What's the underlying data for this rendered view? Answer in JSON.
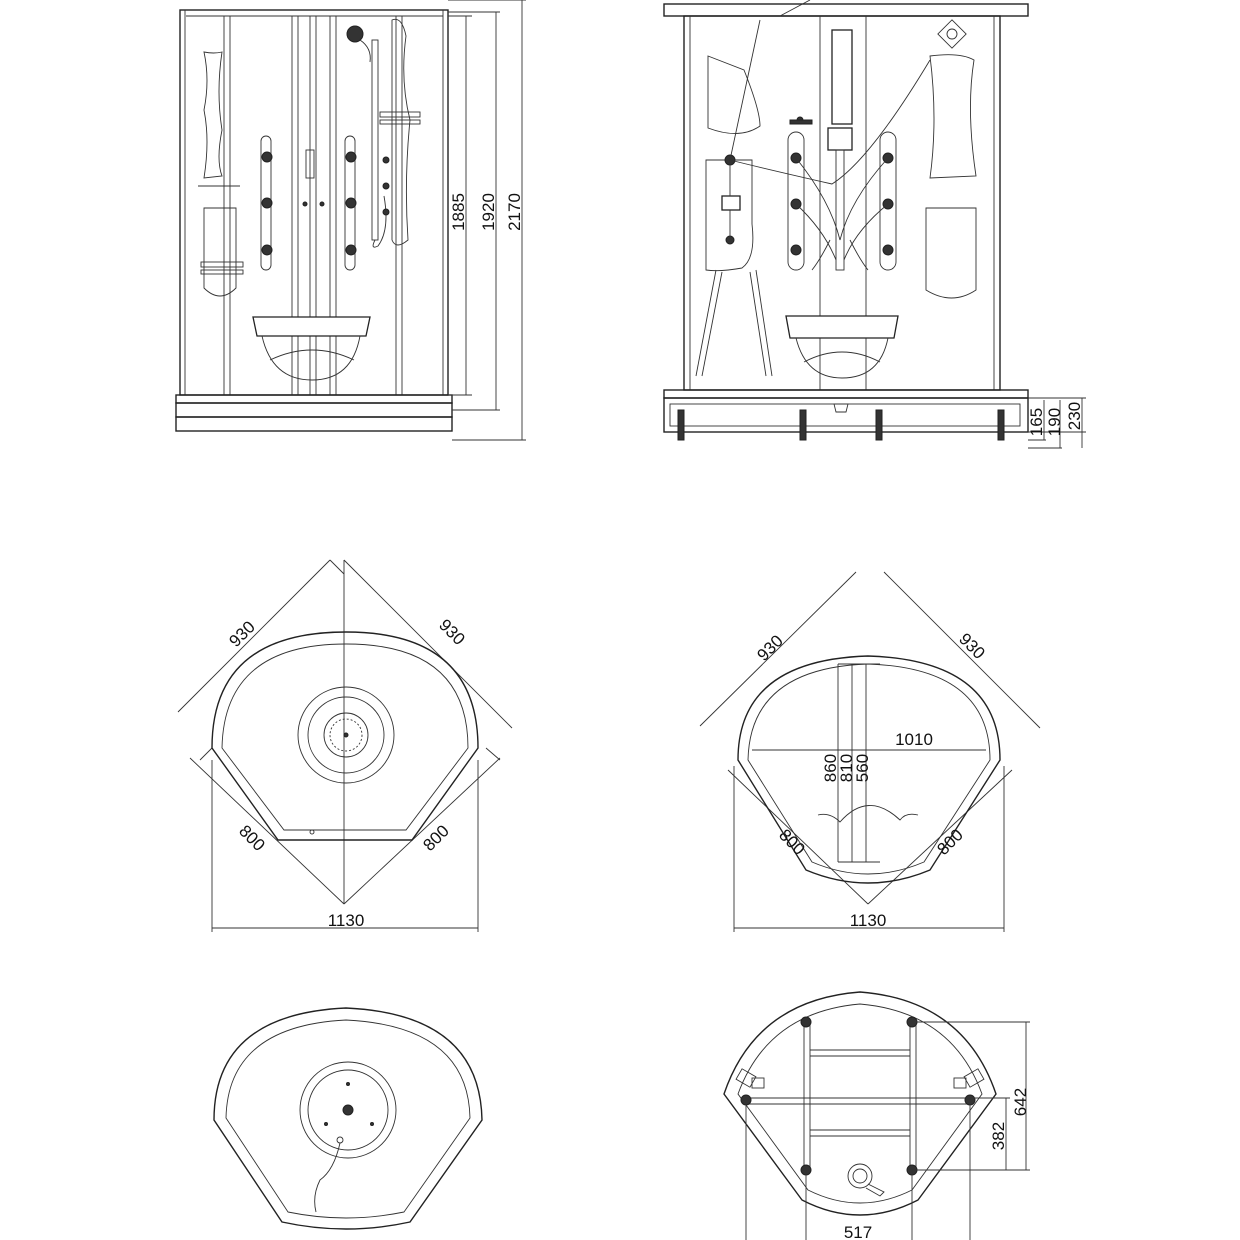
{
  "front_view": {
    "dim_inner_height": "1885",
    "dim_cabin_height": "1920",
    "dim_total_height": "2170"
  },
  "back_view": {
    "dim_tray_165": "165",
    "dim_tray_190": "190",
    "dim_tray_230": "230"
  },
  "plan_left": {
    "dim_side_left": "930",
    "dim_side_right": "930",
    "dim_tray_left": "800",
    "dim_tray_right": "800",
    "dim_overall_width": "1130"
  },
  "plan_right": {
    "dim_side_left": "930",
    "dim_side_right": "930",
    "dim_inner_width": "1010",
    "dim_depth_860": "860",
    "dim_depth_810": "810",
    "dim_depth_560": "560",
    "dim_tray_left": "800",
    "dim_tray_right": "800",
    "dim_overall_width": "1130"
  },
  "tray_bottom": {
    "dim_depth_642": "642",
    "dim_depth_382": "382",
    "dim_width_517": "517"
  }
}
